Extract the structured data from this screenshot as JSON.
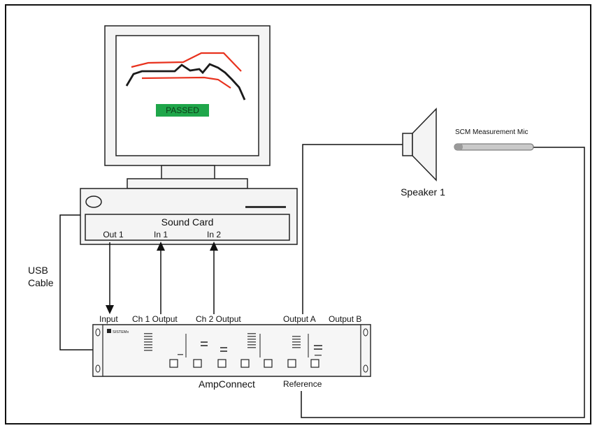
{
  "monitor": {
    "screen_status": "PASSED",
    "status_color": "#1fa64a",
    "limit_line_color": "#e8321e",
    "trace_color": "#1a1a1a"
  },
  "computer": {
    "panel_label": "Sound Card",
    "ports": {
      "out1": "Out 1",
      "in1": "In 1",
      "in2": "In 2"
    }
  },
  "usb": {
    "line1": "USB",
    "line2": "Cable"
  },
  "amp": {
    "name": "AmpConnect",
    "brand": "SISTEMx",
    "ports": {
      "input": "Input",
      "ch1_output": "Ch 1 Output",
      "ch2_output": "Ch 2 Output",
      "output_a": "Output A",
      "output_b": "Output B",
      "reference": "Reference"
    }
  },
  "speaker": {
    "label": "Speaker 1"
  },
  "mic": {
    "label": "SCM Measurement Mic"
  },
  "colors": {
    "border": "#1a1a1a",
    "panel": "#f2f2f2",
    "accent_red": "#e8321e"
  }
}
